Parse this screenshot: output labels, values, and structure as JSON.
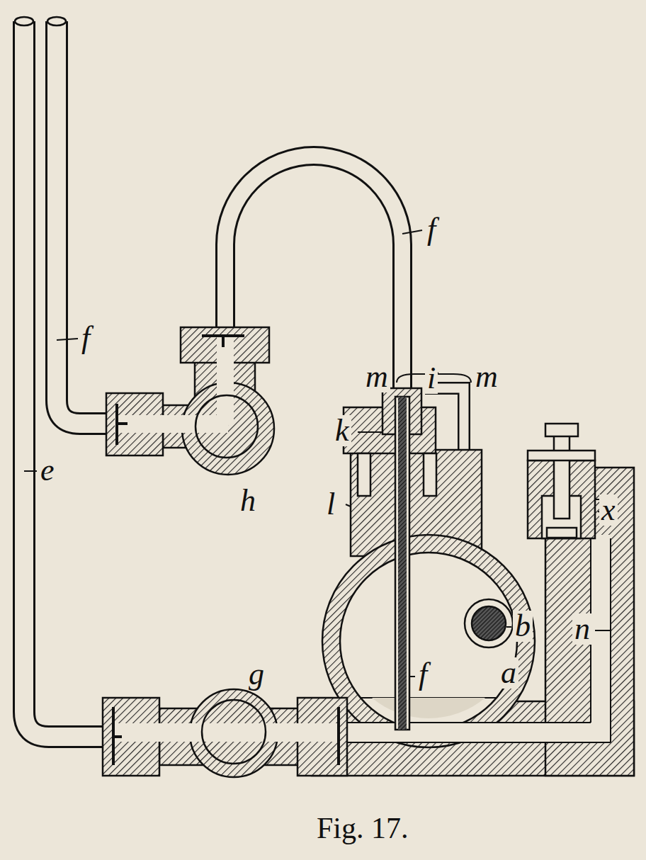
{
  "diagram": {
    "caption": "Fig. 17.",
    "labels": [
      "f",
      "f",
      "m",
      "i",
      "m",
      "k",
      "h",
      "e",
      "l",
      "x",
      "b",
      "n",
      "f",
      "a",
      "g"
    ]
  }
}
